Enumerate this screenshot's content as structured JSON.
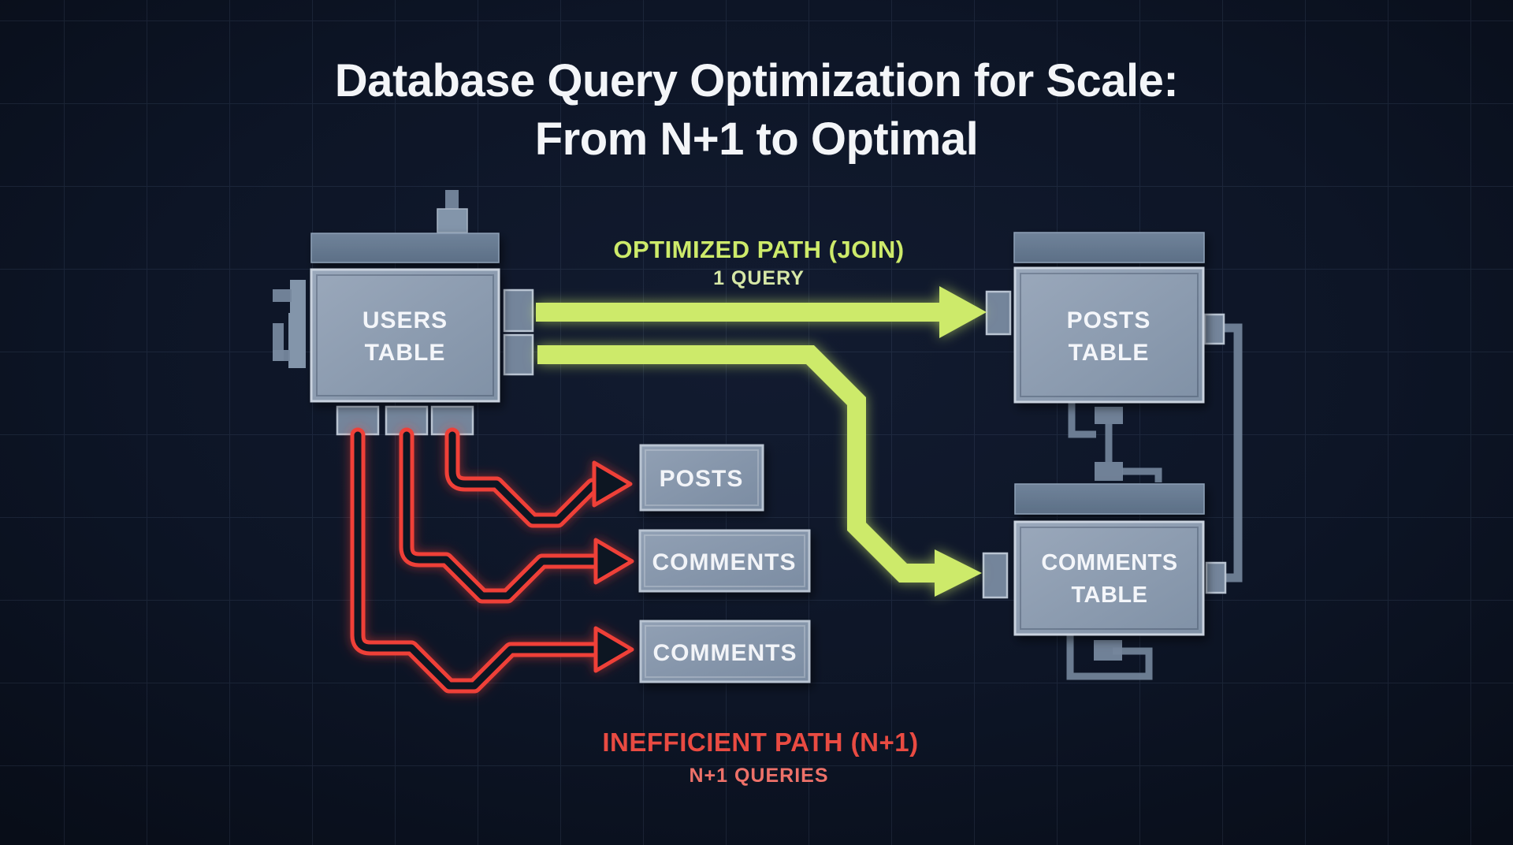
{
  "title": {
    "line1": "Database Query Optimization for Scale:",
    "line2": "From N+1 to Optimal"
  },
  "optimized_path": {
    "label": "OPTIMIZED PATH (JOIN)",
    "queries": "1 QUERY",
    "color": "#cdea6a"
  },
  "inefficient_path": {
    "label": "INEFFICIENT PATH (N+1)",
    "queries": "N+1 QUERIES",
    "color": "#ef4038"
  },
  "tables": {
    "users": {
      "line1": "USERS",
      "line2": "TABLE"
    },
    "posts": {
      "line1": "POSTS",
      "line2": "TABLE"
    },
    "comments": {
      "line1": "COMMENTS",
      "line2": "TABLE"
    }
  },
  "query_boxes": [
    {
      "label": "POSTS"
    },
    {
      "label": "COMMENTS"
    },
    {
      "label": "COMMENTS"
    }
  ],
  "colors": {
    "background": "#0c1422",
    "panel": "#8e9db1",
    "panel_header": "#66798f",
    "trace": "#76879d",
    "optimized_green": "#cdea6a",
    "inefficient_red": "#ef4038",
    "title_text": "#f3f5f8"
  }
}
